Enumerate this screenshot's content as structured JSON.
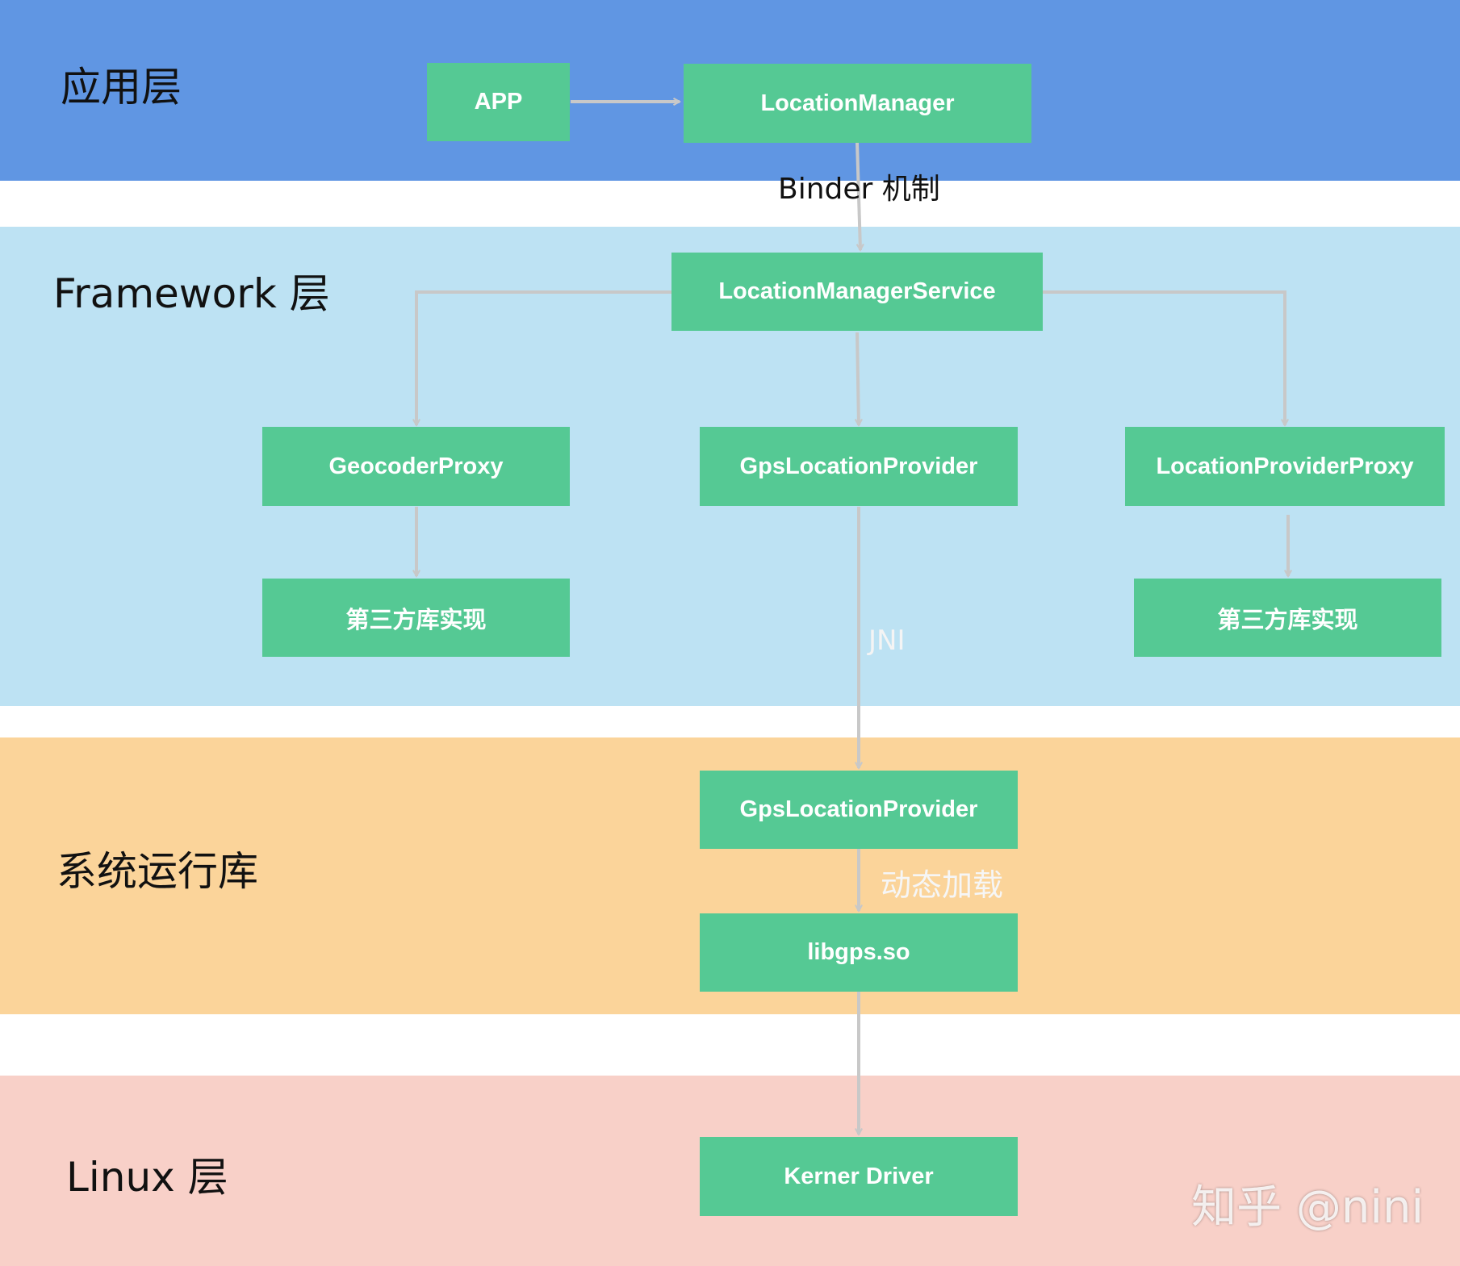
{
  "layers": {
    "app": "应用层",
    "framework": "Framework 层",
    "runtime": "系统运行库",
    "linux": "Linux 层"
  },
  "nodes": {
    "app": "APP",
    "location_manager": "LocationManager",
    "location_manager_service": "LocationManagerService",
    "geocoder_proxy": "GeocoderProxy",
    "gps_location_provider": "GpsLocationProvider",
    "location_provider_proxy": "LocationProviderProxy",
    "third_party_left": "第三方库实现",
    "third_party_right": "第三方库实现",
    "gps_location_provider_native": "GpsLocationProvider",
    "libgps": "libgps.so",
    "kernel_driver": "Kerner Driver"
  },
  "edge_labels": {
    "binder": "Binder 机制",
    "jni": "JNI",
    "dynamic_load": "动态加载"
  },
  "watermark": "知乎 @nini",
  "colors": {
    "app_layer": "#6096e3",
    "framework_layer": "#bde2f3",
    "runtime_layer": "#fbd49a",
    "linux_layer": "#f8d0c8",
    "node": "#55c994",
    "connector": "#c8c8c8"
  }
}
